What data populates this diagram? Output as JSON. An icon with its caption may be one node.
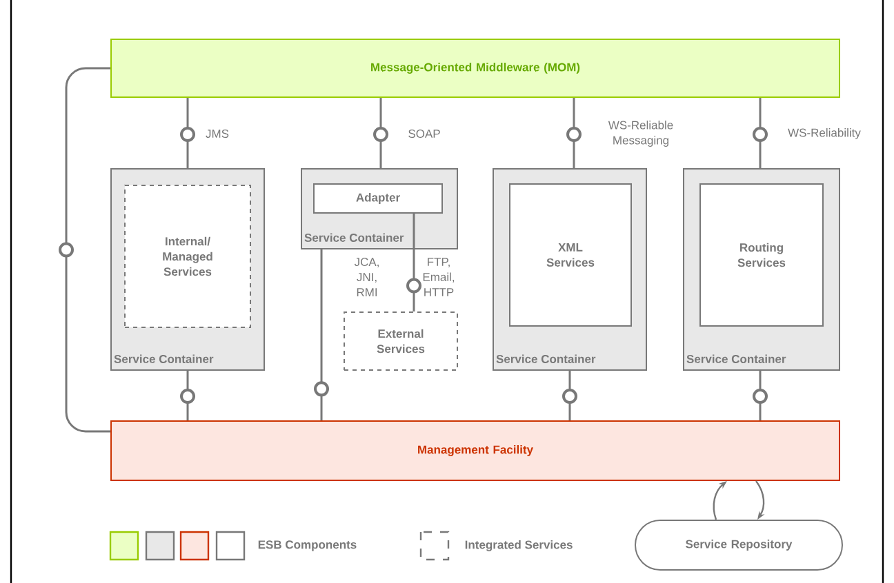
{
  "diagram": {
    "nodes": [
      {
        "text": [
          "Message-Oriented Middleware (MOM)"
        ]
      },
      {
        "text": [
          "Management Facility"
        ]
      },
      {
        "text": [
          "Service Container"
        ]
      },
      {
        "text": [
          "Internal/ Managed Services"
        ],
        "in": 2
      },
      {
        "text": [
          "Service Container"
        ]
      },
      {
        "text": [
          "Adapter"
        ],
        "in": 4
      },
      {
        "text": [
          "External Services"
        ]
      },
      {
        "text": [
          "Service Container"
        ]
      },
      {
        "text": [
          "XML Services"
        ],
        "in": 7
      },
      {
        "text": [
          "Service Container"
        ]
      },
      {
        "text": [
          "Routing Services"
        ],
        "in": 9
      },
      {
        "text": [
          "Service Repository"
        ]
      }
    ],
    "edges": [
      {
        "from": 0,
        "to": 2,
        "arrow": "none",
        "label": "JMS"
      },
      {
        "from": 0,
        "to": 4,
        "arrow": "none",
        "label": "SOAP"
      },
      {
        "from": 0,
        "to": 7,
        "arrow": "none",
        "label": "WS-Reliable Messaging"
      },
      {
        "from": 0,
        "to": 9,
        "arrow": "none",
        "label": "WS-Reliability"
      },
      {
        "from": 5,
        "to": 6,
        "arrow": "none",
        "label": "FTP, Email, HTTP"
      },
      {
        "from": 4,
        "to": 1,
        "arrow": "none",
        "label": "JCA, JNI, RMI"
      },
      {
        "from": 2,
        "to": 1,
        "arrow": "none"
      },
      {
        "from": 7,
        "to": 1,
        "arrow": "none"
      },
      {
        "from": 9,
        "to": 1,
        "arrow": "none"
      },
      {
        "from": 0,
        "to": 1,
        "arrow": "none"
      },
      {
        "from": 11,
        "to": 1,
        "arrow": "to"
      },
      {
        "from": 1,
        "to": 11,
        "arrow": "to"
      }
    ],
    "legend": [
      {
        "text": "ESB Components",
        "color": "#ebffc4"
      },
      {
        "text": "Integrated Services"
      }
    ]
  }
}
